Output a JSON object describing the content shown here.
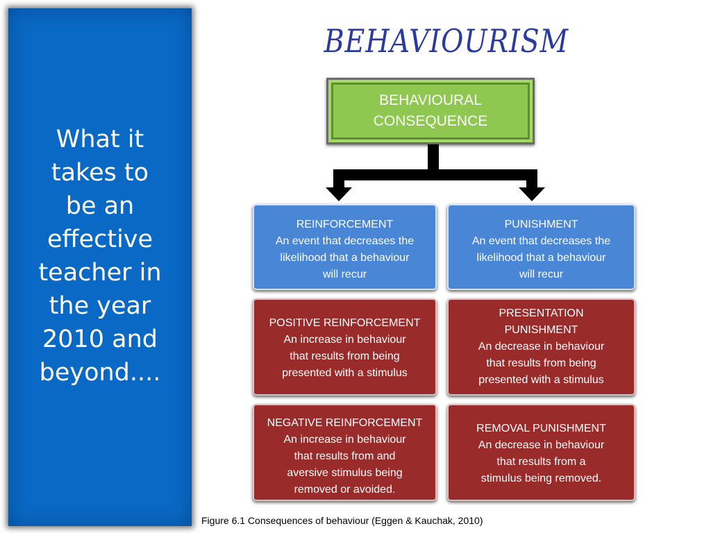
{
  "sidebar": {
    "text": "What  it\ntakes to\nbe an\neffective\nteacher in\nthe year\n2010 and\nbeyond...."
  },
  "title": "BEHAVIOURISM",
  "root": {
    "line1": "BEHAVIOURAL",
    "line2": "CONSEQUENCE"
  },
  "boxes": {
    "reinforcement": {
      "heading": "REINFORCEMENT",
      "lines": [
        "An event that decreases the",
        "likelihood that a behaviour",
        "will recur"
      ]
    },
    "punishment": {
      "heading": "PUNISHMENT",
      "lines": [
        "An event that decreases the",
        "likelihood that a behaviour",
        "will recur"
      ]
    },
    "positive_reinforcement": {
      "heading": "POSITIVE REINFORCEMENT",
      "lines": [
        "An increase in behaviour",
        "that results from being",
        "presented with a stimulus"
      ]
    },
    "presentation_punishment": {
      "heading1": "PRESENTATION",
      "heading2": "PUNISHMENT",
      "lines": [
        "An decrease in behaviour",
        "that results from being",
        "presented with a stimulus"
      ]
    },
    "negative_reinforcement": {
      "heading": "NEGATIVE REINFORCEMENT",
      "lines": [
        "An increase in behaviour",
        "that results from and",
        "aversive stimulus being",
        "removed or avoided."
      ]
    },
    "removal_punishment": {
      "heading": "REMOVAL PUNISHMENT",
      "lines": [
        "An decrease in behaviour",
        "that results from a",
        "stimulus being removed."
      ]
    }
  },
  "caption": "Figure 6.1 Consequences of behaviour (Eggen & Kauchak, 2010)",
  "colors": {
    "sidebar": "#0a69c4",
    "title": "#2a3aa0",
    "root_box": "#8ec850",
    "blue_box": "#4a86d6",
    "red_box": "#9a2b2b"
  }
}
